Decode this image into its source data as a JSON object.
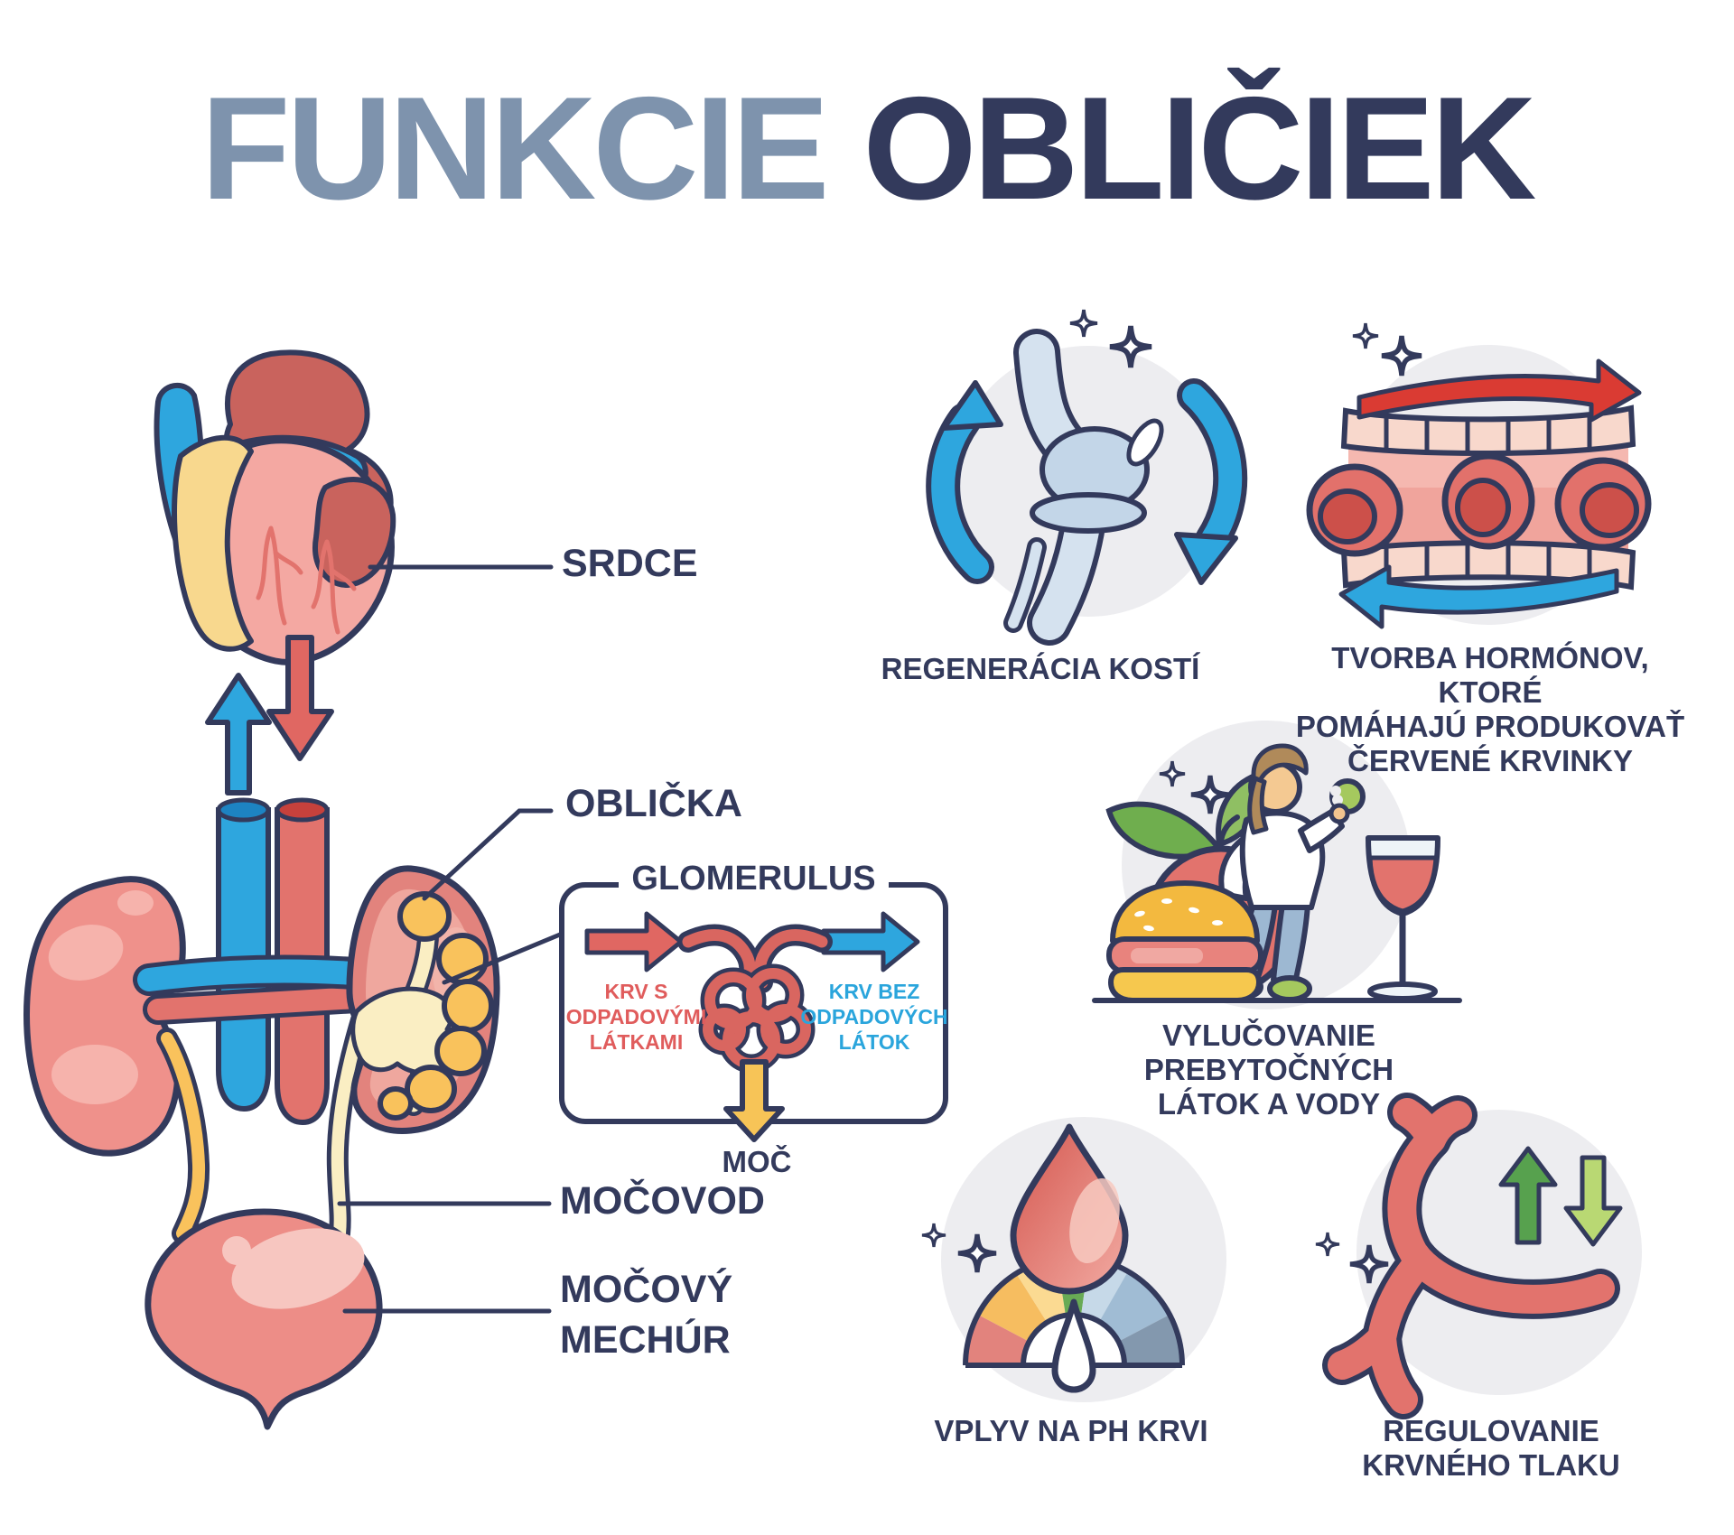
{
  "title": {
    "part1": "FUNKCIE",
    "part2": "OBLIČIEK"
  },
  "anatomy_labels": {
    "heart": "SRDCE",
    "kidney": "OBLIČKA",
    "ureter": "MOČOVOD",
    "bladder_line1": "MOČOVÝ",
    "bladder_line2": "MECHÚR"
  },
  "glomerulus": {
    "title": "GLOMERULUS",
    "in_line1": "KRV S",
    "in_line2": "ODPADOVÝMI",
    "in_line3": "LÁTKAMI",
    "out_line1": "KRV BEZ",
    "out_line2": "ODPADOVÝCH",
    "out_line3": "LÁTOK",
    "urine": "MOČ"
  },
  "functions": [
    {
      "icon": "bone-joint-icon",
      "caption_lines": [
        "REGENERÁCIA KOSTÍ"
      ]
    },
    {
      "icon": "blood-vessel-cells-icon",
      "caption_lines": [
        "TVORBA HORMÓNOV, KTORÉ",
        "POMÁHAJÚ PRODUKOVAŤ",
        "ČERVENÉ KRVINKY"
      ]
    },
    {
      "icon": "diet-person-icon",
      "caption_lines": [
        "VYLUČOVANIE PREBYTOČNÝCH",
        "LÁTOK A VODY"
      ]
    },
    {
      "icon": "blood-ph-gauge-icon",
      "caption_lines": [
        "VPLYV NA PH KRVI"
      ]
    },
    {
      "icon": "blood-pressure-vessel-icon",
      "caption_lines": [
        "REGULOVANIE",
        "KRVNÉHO TLAKU"
      ]
    }
  ],
  "colors": {
    "navy_outline": "#333a5c",
    "steel_blue_title": "#7e93ad",
    "coral_red": "#e06762",
    "pink_organ": "#ef918b",
    "blue": "#2ea6de",
    "yellow": "#f7c457",
    "pale_yellow": "#faeec3",
    "gray_circle": "#ededf0",
    "green_dark": "#57a14e",
    "green_light": "#b9d873"
  }
}
